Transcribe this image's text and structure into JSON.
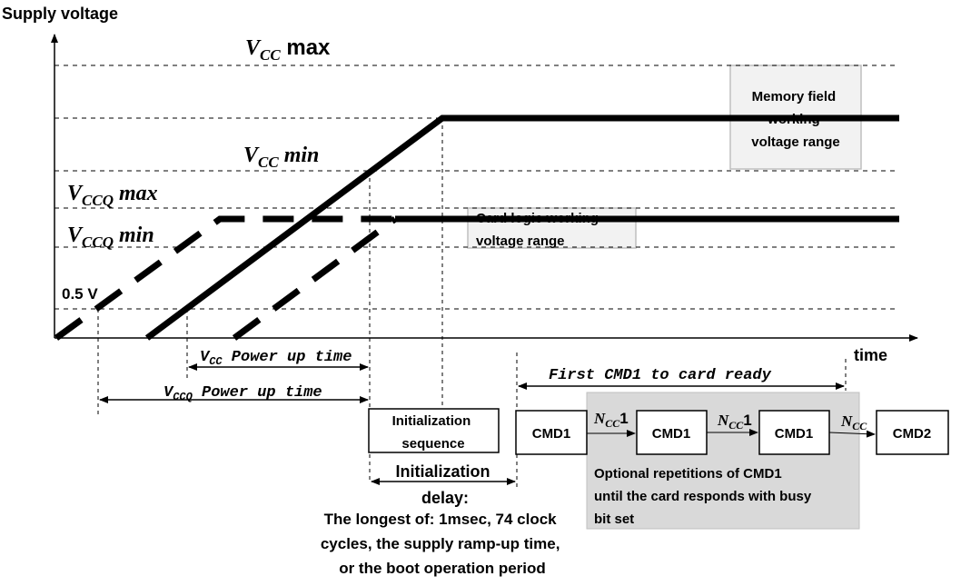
{
  "axes": {
    "y_label": "Supply voltage",
    "x_label": "time"
  },
  "levels": {
    "vcc_max": {
      "base": "V",
      "sub": "CC",
      "suffix": " max"
    },
    "vcc_min": {
      "base": "V",
      "sub": "CC",
      "suffix": " min"
    },
    "vccq_max": {
      "base": "V",
      "sub": "CCQ",
      "suffix": " max"
    },
    "vccq_min": {
      "base": "V",
      "sub": "CCQ",
      "suffix": " min"
    },
    "half_volt": "0.5 V"
  },
  "ranges": {
    "memory_field": [
      "Memory field",
      "working",
      "voltage range"
    ],
    "card_logic": [
      "Card logic working",
      "voltage range"
    ]
  },
  "timings": {
    "vcc_power_up": {
      "base": "V",
      "sub": "CC",
      "text": " Power up time"
    },
    "vccq_power_up": {
      "base": "V",
      "sub": "CCQ",
      "text": "  Power up time"
    },
    "first_cmd1": "First CMD1 to card ready"
  },
  "init_sequence": [
    "Initialization",
    "sequence"
  ],
  "init_delay": [
    "Initialization",
    "delay:"
  ],
  "init_delay_note": [
    "The longest of: 1msec, 74 clock",
    "cycles, the supply ramp-up time,",
    "or the boot operation period"
  ],
  "commands": {
    "cmd1_a": "CMD1",
    "cmd1_b": "CMD1",
    "cmd1_c": "CMD1",
    "cmd2": "CMD2",
    "ncc1_a": {
      "base": "N",
      "sub": "CC",
      "suffix": "1"
    },
    "ncc1_b": {
      "base": "N",
      "sub": "CC",
      "suffix": "1"
    },
    "ncc": {
      "base": "N",
      "sub": "CC",
      "suffix": ""
    }
  },
  "optional_note": [
    "Optional repetitions of CMD1",
    "until the card responds with busy",
    "bit set"
  ],
  "colors": {
    "line": "#000000",
    "grey_box": "#d9d9d9",
    "light_box": "#f2f2f2",
    "box_border": "#bfbfbf"
  }
}
